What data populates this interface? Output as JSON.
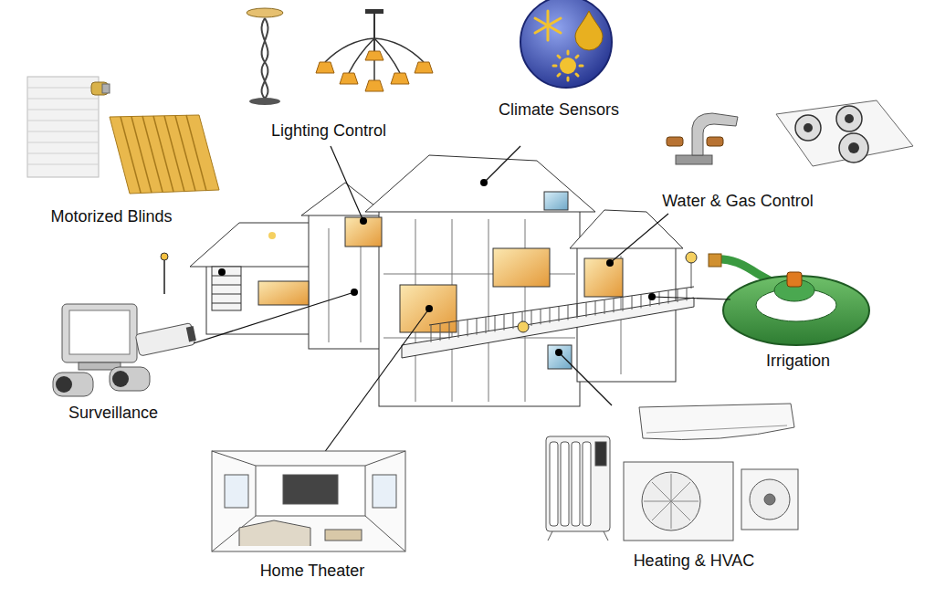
{
  "diagram": {
    "labels": [
      "Motorized Blinds",
      "Lighting Control",
      "Climate Sensors",
      "Water & Gas Control",
      "Irrigation",
      "Surveillance",
      "Home Theater",
      "Heating & HVAC"
    ]
  }
}
